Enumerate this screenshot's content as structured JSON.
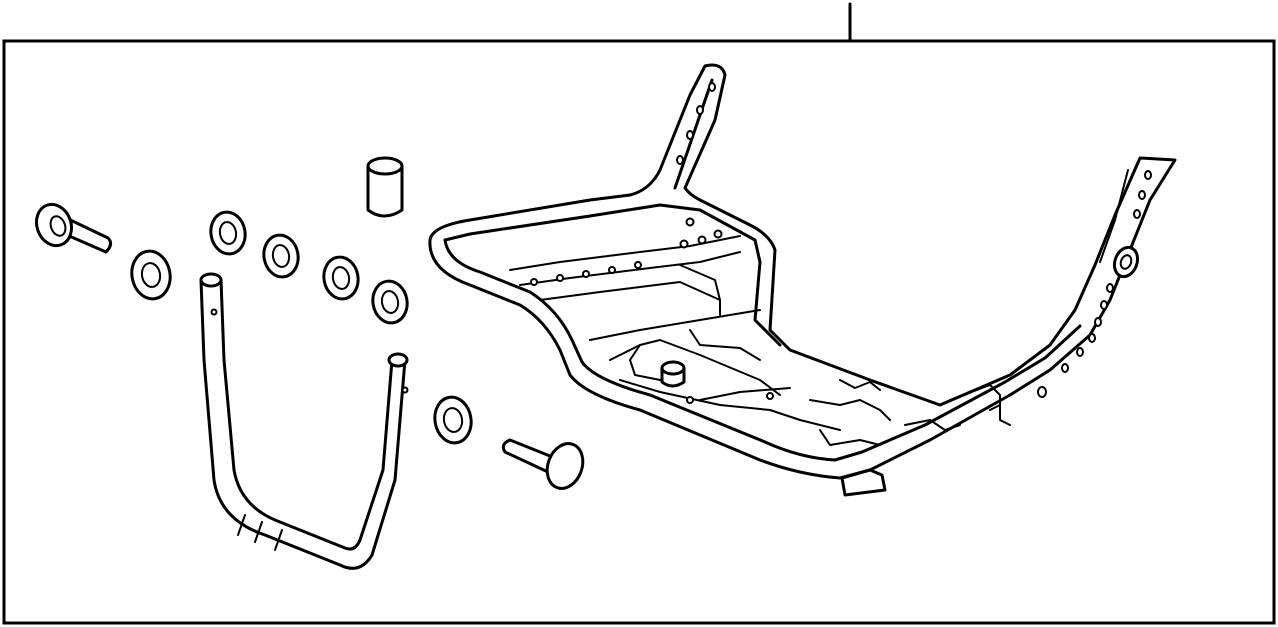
{
  "diagram": {
    "colors": {
      "ink": "#000000",
      "background": "#ffffff"
    },
    "parts": [
      "bolt-left",
      "washer-1",
      "washer-2",
      "washer-3",
      "washer-4",
      "washer-5",
      "washer-6",
      "bushing-sleeve",
      "u-shaped-tube",
      "bolt-right",
      "seat-frame"
    ]
  }
}
